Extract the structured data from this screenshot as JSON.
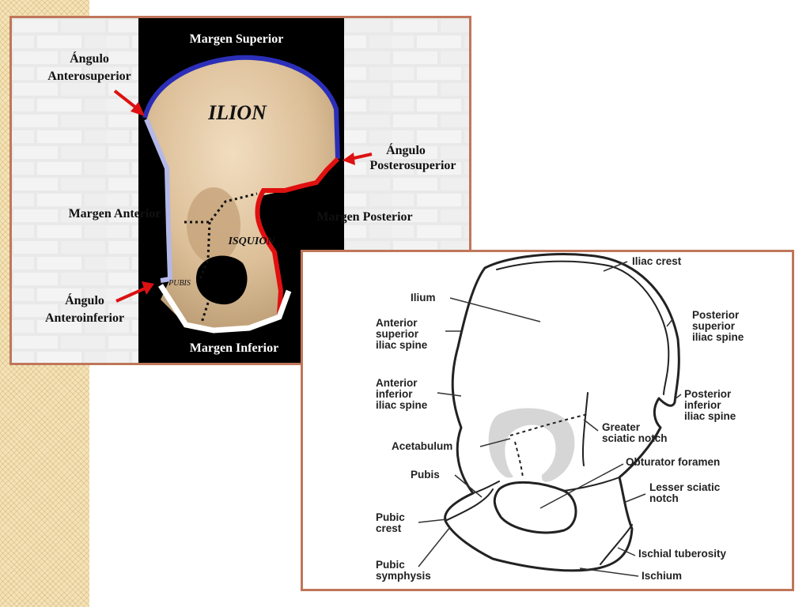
{
  "slide": {
    "left_panel": {
      "labels": {
        "margen_superior": "Margen Superior",
        "angulo_anterosuperior_1": "Ángulo",
        "angulo_anterosuperior_2": "Anterosuperior",
        "ilion": "ILION",
        "angulo_posterosuperior_1": "Ángulo",
        "angulo_posterosuperior_2": "Posterosuperior",
        "margen_anterior": "Margen Anterior",
        "margen_posterior": "Margen Posterior",
        "isquion": "ISQUION",
        "pubis": "PUBIS",
        "angulo_anteroinferior_1": "Ángulo",
        "angulo_anteroinferior_2": "Anteroinferior",
        "margen_inferior": "Margen Inferior"
      },
      "colors": {
        "superior": "#2b2fb8",
        "anterior": "#b4b8e8",
        "posterior": "#e01010",
        "inferior": "#ffffff",
        "arrow": "#dd1111"
      }
    },
    "right_panel": {
      "labels": {
        "iliac_crest": "Iliac crest",
        "ilium": "Ilium",
        "posterior_superior_1": "Posterior",
        "posterior_superior_2": "superior",
        "posterior_superior_3": "iliac spine",
        "anterior_superior_1": "Anterior",
        "anterior_superior_2": "superior",
        "anterior_superior_3": "iliac spine",
        "anterior_inferior_1": "Anterior",
        "anterior_inferior_2": "inferior",
        "anterior_inferior_3": "iliac spine",
        "posterior_inferior_1": "Posterior",
        "posterior_inferior_2": "inferior",
        "posterior_inferior_3": "iliac spine",
        "greater_sciatic_1": "Greater",
        "greater_sciatic_2": "sciatic notch",
        "acetabulum": "Acetabulum",
        "obturator_foramen": "Obturator foramen",
        "pubis": "Pubis",
        "lesser_sciatic_1": "Lesser sciatic",
        "lesser_sciatic_2": "notch",
        "pubic_crest_1": "Pubic",
        "pubic_crest_2": "crest",
        "ischial_tuberosity": "Ischial tuberosity",
        "pubic_symphysis_1": "Pubic",
        "pubic_symphysis_2": "symphysis",
        "ischium": "Ischium"
      }
    }
  }
}
